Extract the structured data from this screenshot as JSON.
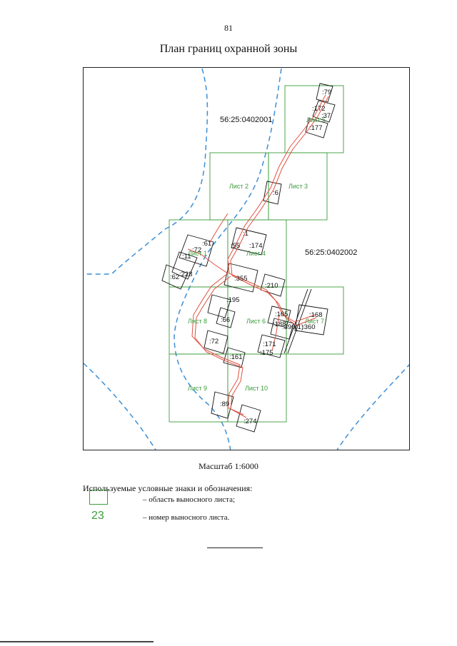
{
  "page_number": "81",
  "title": "План границ охранной зоны",
  "scale_text": "Масштаб 1:6000",
  "legend": {
    "title": "Используемые условные знаки и обозначения:",
    "sheet_area_text": "– область выносного листа;",
    "sheet_number_sample": "23",
    "sheet_number_text": "– номер выносного листа."
  },
  "map": {
    "quarters": [
      "56:25:0402001",
      "56:25:0402002"
    ],
    "sheets": [
      "Лист 1",
      "Лист 2",
      "Лист 3",
      "Лист 4",
      "Лист 5",
      "Лист 6",
      "Лист 7",
      "Лист 8",
      "Лист 9",
      "Лист 10"
    ],
    "parcels": [
      ":79",
      ":172",
      ":37",
      ":177",
      ":6",
      ":1",
      ":55",
      ":174",
      ":61",
      ":72",
      ":11",
      ":228",
      ":62",
      ":355",
      ":210",
      ":195",
      ":66",
      ":165",
      ":168",
      ":188",
      ":390(1)",
      ":360",
      ":72",
      ":171",
      ":175",
      ":161",
      ":89",
      ":274"
    ],
    "colors": {
      "sheet_border": "#3c9c3c",
      "quarter_boundary": "#3b8fd6",
      "protection_zone": "#e05040",
      "parcel_outline": "#111111"
    }
  }
}
